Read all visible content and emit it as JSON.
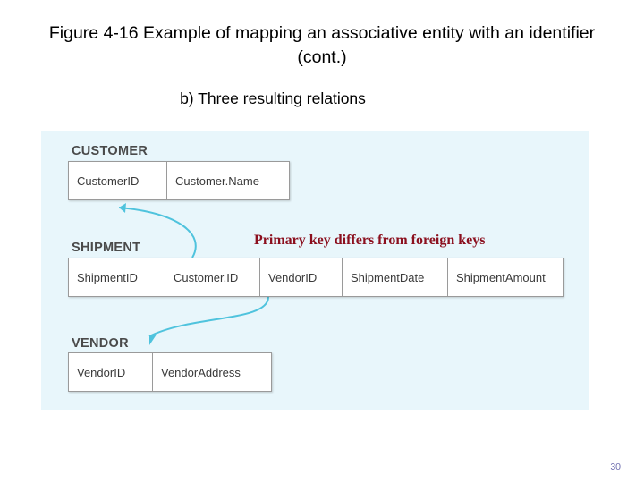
{
  "slide": {
    "title": "Figure 4-16 Example of mapping an associative entity with an identifier (cont.)",
    "subtitle": "b) Three resulting relations",
    "page_number": "30"
  },
  "diagram": {
    "annotation": "Primary key differs from foreign keys",
    "relations": [
      {
        "name": "CUSTOMER",
        "attributes": [
          "CustomerID",
          "Customer.Name"
        ]
      },
      {
        "name": "SHIPMENT",
        "attributes": [
          "ShipmentID",
          "Customer.ID",
          "VendorID",
          "ShipmentDate",
          "ShipmentAmount"
        ]
      },
      {
        "name": "VENDOR",
        "attributes": [
          "VendorID",
          "VendorAddress"
        ]
      }
    ],
    "colors": {
      "panel_background": "#e8f6fb",
      "annotation_text": "#8b0f1e",
      "arrow": "#4fc3dd",
      "entity_label": "#4a4a4a",
      "page_number": "#6f6fb0"
    }
  }
}
